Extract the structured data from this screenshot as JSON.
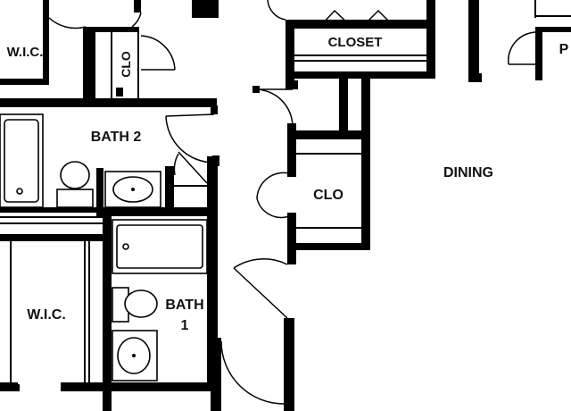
{
  "rooms": {
    "wic_top": "W.I.C.",
    "clo_left": "CLO",
    "closet": "CLOSET",
    "bath2": "BATH 2",
    "clo_mid": "CLO",
    "dining": "DINING",
    "wic_bottom": "W.I.C.",
    "bath1_line1": "BATH",
    "bath1_line2": "1",
    "partial_right": "P"
  },
  "colors": {
    "wall": "#000000",
    "background": "#ffffff"
  }
}
